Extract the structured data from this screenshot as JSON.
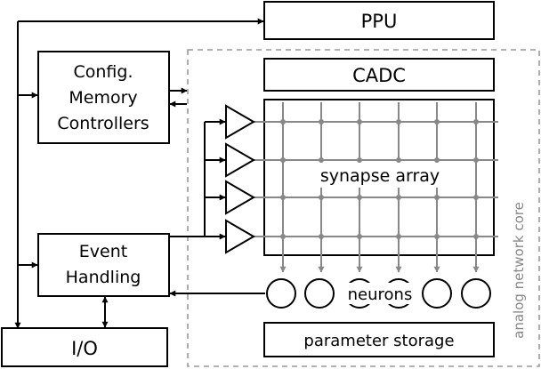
{
  "blocks": {
    "ppu": "PPU",
    "cadc": "CADC",
    "config_line1": "Config.",
    "config_line2": "Memory",
    "config_line3": "Controllers",
    "event_line1": "Event",
    "event_line2": "Handling",
    "io": "I/O",
    "synapse_array": "synapse array",
    "neurons": "neurons",
    "parameter_storage": "parameter storage",
    "analog_core": "analog network core"
  },
  "colors": {
    "line": "#000000",
    "grid": "#888888",
    "dashed": "#999999"
  }
}
